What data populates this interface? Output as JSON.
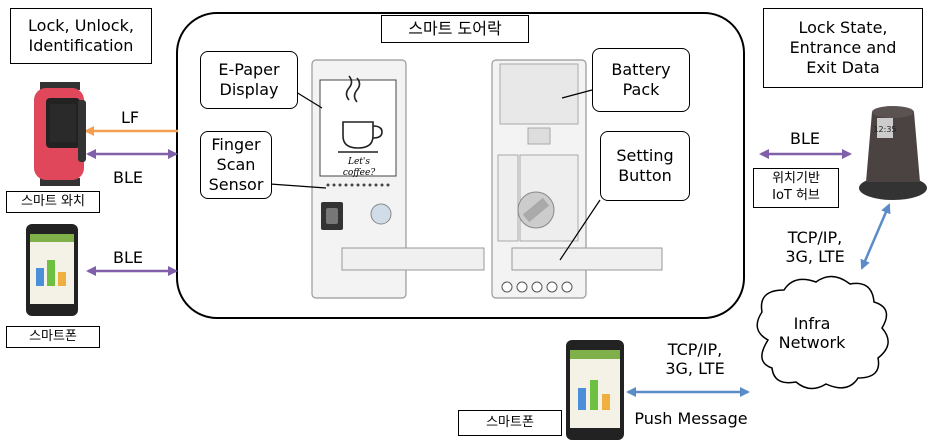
{
  "labels": {
    "lock_functions": "Lock, Unlock,\nIdentification",
    "smart_doorlock": "스마트 도어락",
    "lock_state": "Lock State,\nEntrance and\nExit Data",
    "epaper": "E-Paper\nDisplay",
    "finger_scan": "Finger\nScan\nSensor",
    "battery_pack": "Battery\nPack",
    "setting_button": "Setting\nButton",
    "smart_watch": "스마트 와치",
    "smartphone_left": "스마트폰",
    "smartphone_bottom": "스마트폰",
    "iot_hub": "위치기반\nIoT 허브",
    "infra_network": "Infra\nNetwork",
    "lf": "LF",
    "ble_watch": "BLE",
    "ble_phone": "BLE",
    "ble_hub": "BLE",
    "tcp_hub": "TCP/IP,\n3G, LTE",
    "tcp_phone": "TCP/IP,\n3G, LTE",
    "push_message": "Push Message",
    "coffee_caption": "Let's coffee?"
  },
  "colors": {
    "lf_arrow": "#F0A050",
    "ble_arrow": "#8060A8",
    "network_arrow": "#5B8CC8"
  }
}
